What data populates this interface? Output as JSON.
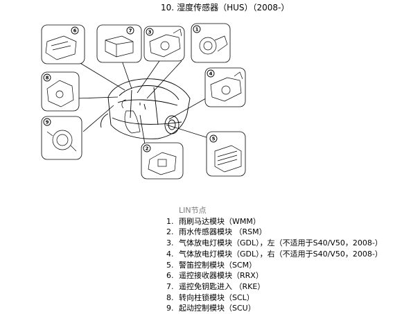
{
  "title": {
    "number": "10.",
    "text": "湿度传感器（HUS）（2008-）"
  },
  "diagram": {
    "callouts": [
      "6",
      "7",
      "3",
      "1",
      "8",
      "4",
      "9",
      "2",
      "5"
    ]
  },
  "legend": {
    "heading": "LIN节点",
    "items": [
      {
        "num": "1.",
        "text": "雨刷马达模块（WMM）"
      },
      {
        "num": "2.",
        "text": "雨水传感器模块 （RSM）"
      },
      {
        "num": "3.",
        "text": "气体放电灯模块（GDL），左（不适用于S40/V50，2008-）"
      },
      {
        "num": "4.",
        "text": "气体放电灯模块（GDL），右（不适用于S40/V50，2008-）"
      },
      {
        "num": "5.",
        "text": "警笛控制模块（SCM）"
      },
      {
        "num": "6.",
        "text": "遥控接收器模块（RRX）"
      },
      {
        "num": "7.",
        "text": "遥控免钥匙进入 （RKE）"
      },
      {
        "num": "8.",
        "text": "转向柱锁模块（SCL）"
      },
      {
        "num": "9.",
        "text": "起动控制模块（SCU）"
      }
    ]
  }
}
